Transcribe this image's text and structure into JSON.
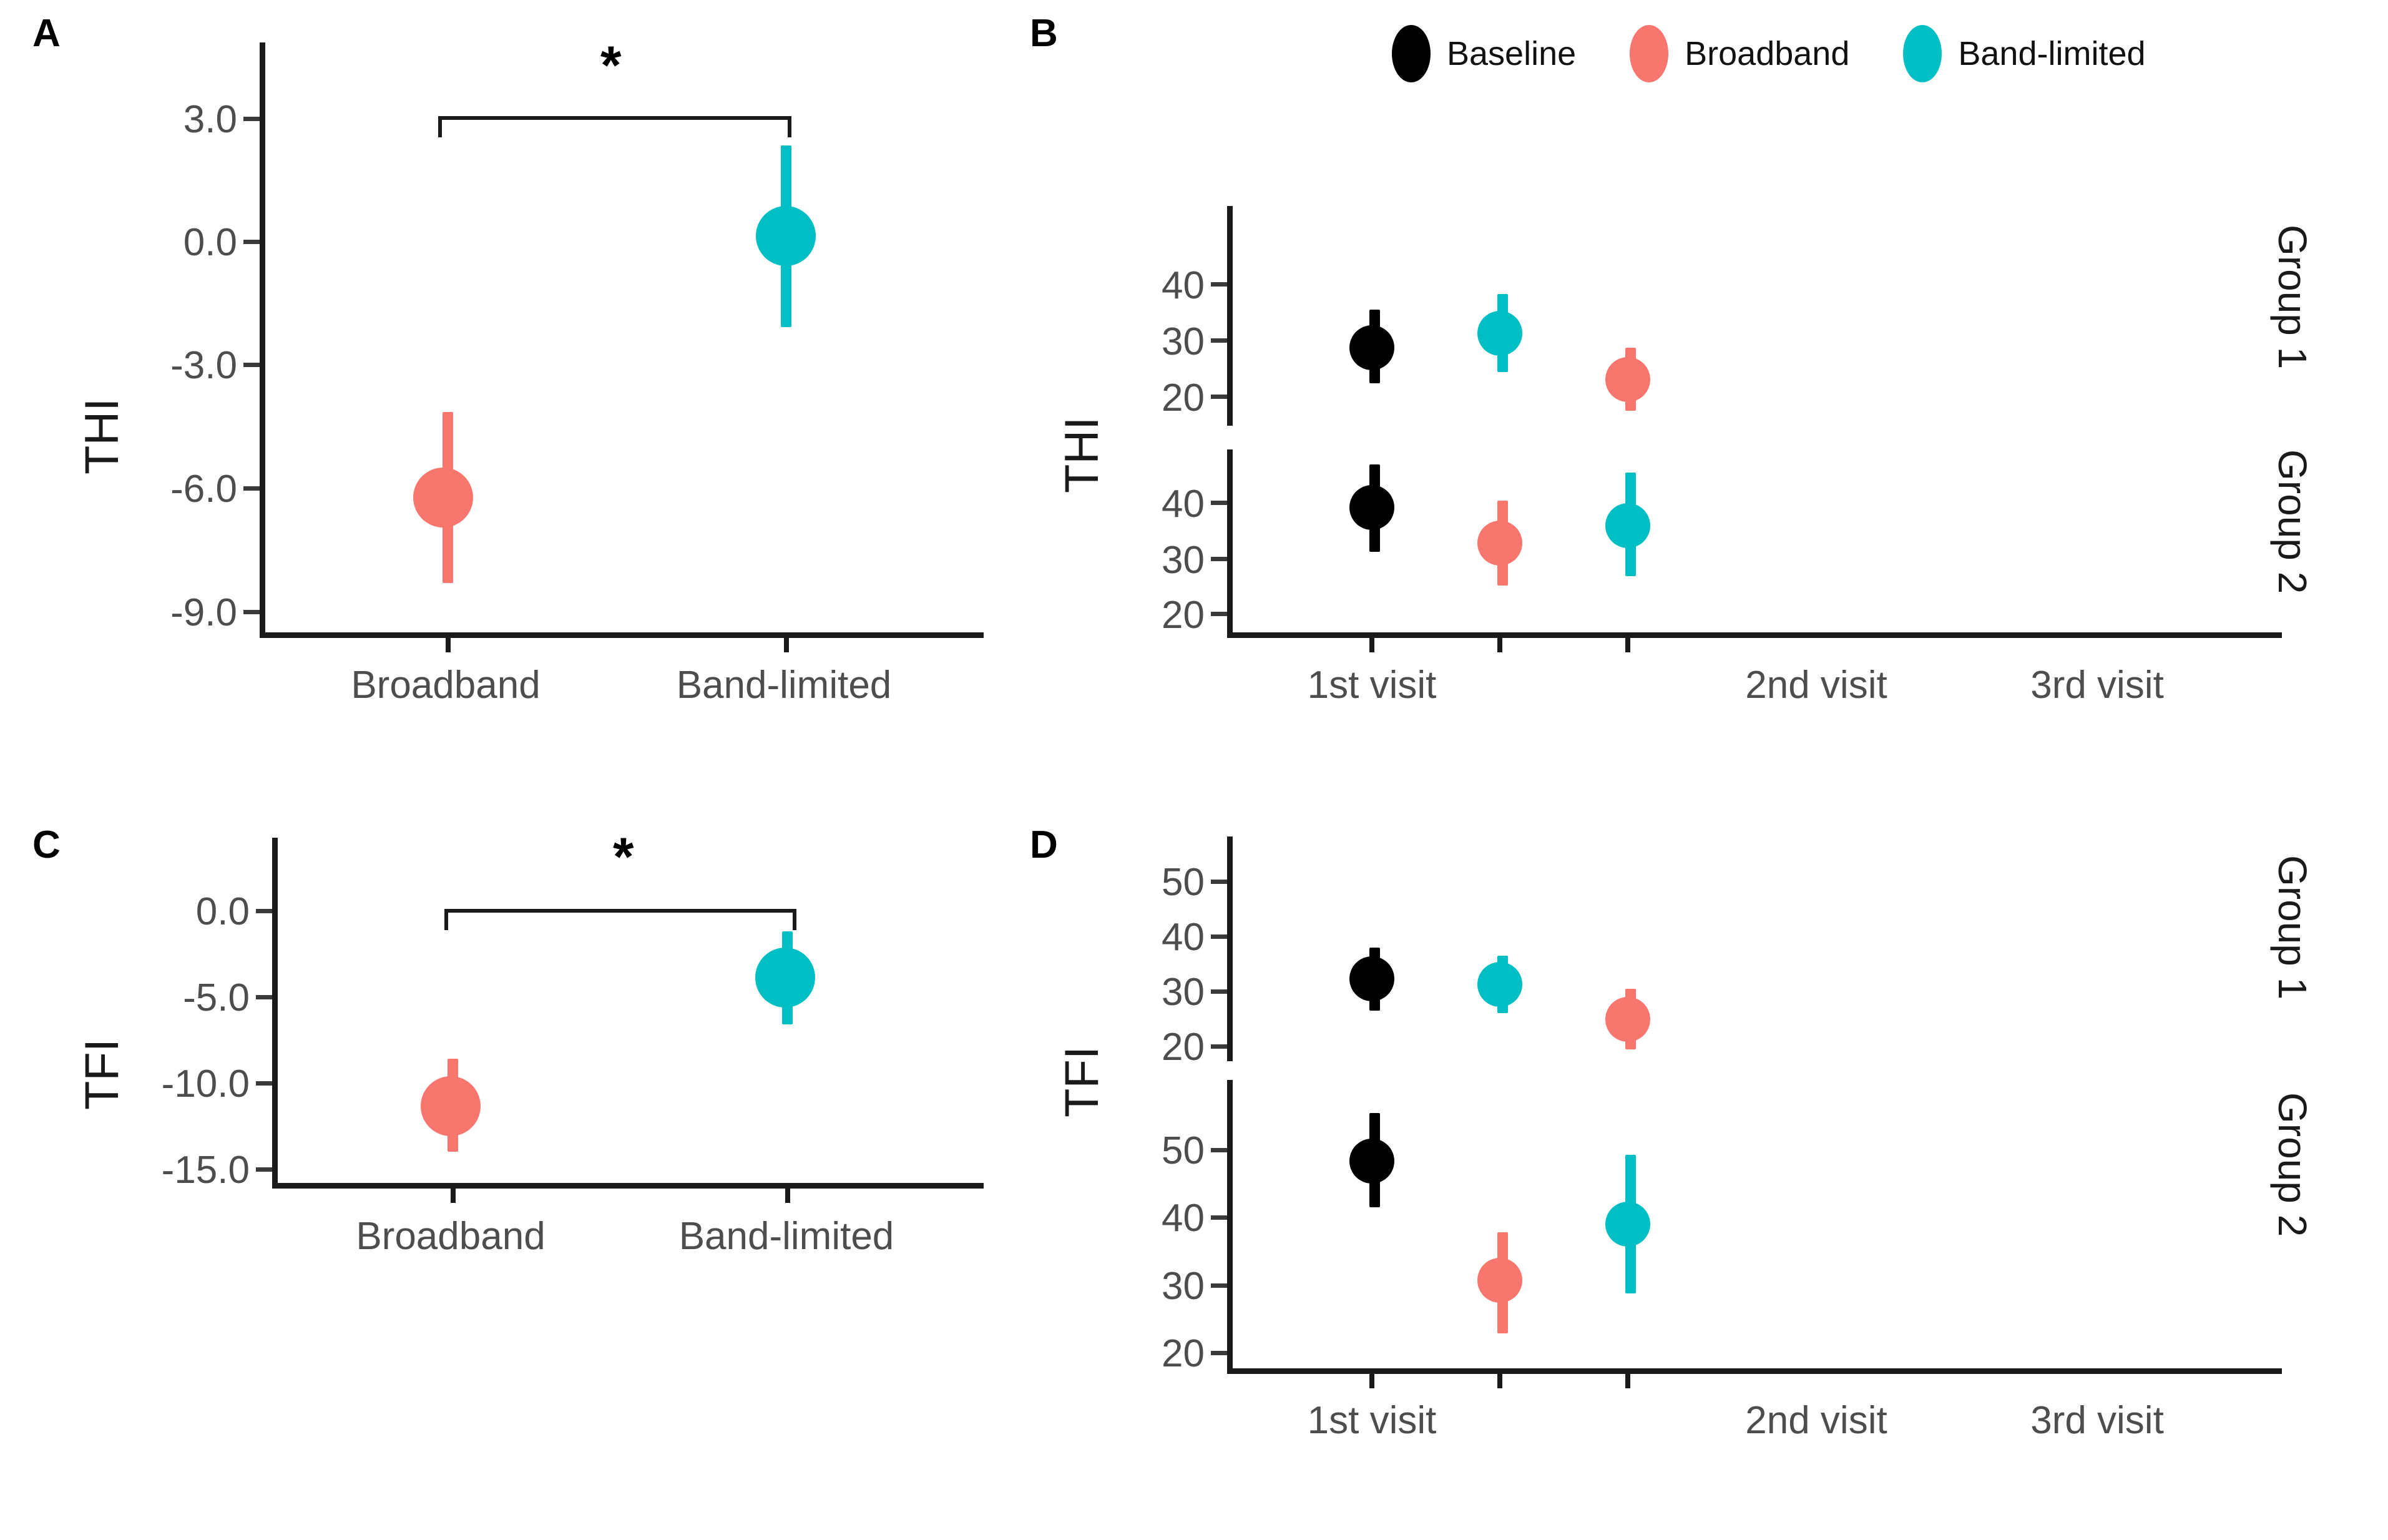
{
  "figure": {
    "panels": [
      "A",
      "B",
      "C",
      "D"
    ],
    "colors": {
      "baseline": "#000000",
      "broadband": "#F8766D",
      "band_limited": "#00BFC4",
      "axis": "#1a1a1a",
      "tick_label": "#4d4d4d"
    },
    "legend": {
      "items": [
        {
          "label": "Baseline",
          "color": "#000000",
          "icon": "filled-circle"
        },
        {
          "label": "Broadband",
          "color": "#F8766D",
          "icon": "filled-circle"
        },
        {
          "label": "Band-limited",
          "color": "#00BFC4",
          "icon": "filled-circle"
        }
      ]
    },
    "significance_marker": "*"
  },
  "chart_data": [
    {
      "panel": "A",
      "type": "scatter",
      "title": "",
      "xlabel": "",
      "ylabel": "THI",
      "categories": [
        "Broadband",
        "Band-limited"
      ],
      "ytick_labels": [
        "3.0",
        "0.0",
        "-3.0",
        "-6.0",
        "-9.0"
      ],
      "ytick_values": [
        3.0,
        0.0,
        -3.0,
        -6.0,
        -9.0
      ],
      "ylim": [
        -9.8,
        3.8
      ],
      "grid": false,
      "annotation": "*",
      "series": [
        {
          "name": "Broadband",
          "color": "#F8766D",
          "x": "Broadband",
          "value": -6.3,
          "ci_low": -8.5,
          "ci_high": -4.2
        },
        {
          "name": "Band-limited",
          "color": "#00BFC4",
          "x": "Band-limited",
          "value": 0.1,
          "ci_low": -2.1,
          "ci_high": 2.3
        }
      ]
    },
    {
      "panel": "B",
      "type": "scatter",
      "title": "",
      "xlabel": "",
      "ylabel": "THI",
      "categories": [
        "1st visit",
        "2nd visit",
        "3rd visit"
      ],
      "facets": [
        {
          "name": "Group 1",
          "ytick_labels": [
            "40",
            "30",
            "20"
          ],
          "ytick_values": [
            40,
            30,
            20
          ],
          "ylim": [
            17,
            47
          ],
          "points": [
            {
              "x": "1st visit",
              "series": "Baseline",
              "color": "#000000",
              "value": 29.2,
              "ci_low": 23.8,
              "ci_high": 35.5
            },
            {
              "x": "2nd visit",
              "series": "Band-limited",
              "color": "#00BFC4",
              "value": 31.6,
              "ci_low": 25.5,
              "ci_high": 38.2
            },
            {
              "x": "3rd visit",
              "series": "Broadband",
              "color": "#F8766D",
              "value": 23.2,
              "ci_low": 17.5,
              "ci_high": 28.5
            }
          ]
        },
        {
          "name": "Group 2",
          "ytick_labels": [
            "40",
            "30",
            "20"
          ],
          "ytick_values": [
            40,
            30,
            20
          ],
          "ylim": [
            18,
            48
          ],
          "points": [
            {
              "x": "1st visit",
              "series": "Baseline",
              "color": "#000000",
              "value": 39.2,
              "ci_low": 32.5,
              "ci_high": 46.5
            },
            {
              "x": "2nd visit",
              "series": "Broadband",
              "color": "#F8766D",
              "value": 32.8,
              "ci_low": 26.0,
              "ci_high": 39.5
            },
            {
              "x": "3rd visit",
              "series": "Band-limited",
              "color": "#00BFC4",
              "value": 36.0,
              "ci_low": 28.5,
              "ci_high": 44.5
            }
          ]
        }
      ],
      "grid": false
    },
    {
      "panel": "C",
      "type": "scatter",
      "title": "",
      "xlabel": "",
      "ylabel": "TFI",
      "categories": [
        "Broadband",
        "Band-limited"
      ],
      "ytick_labels": [
        "0.0",
        "-5.0",
        "-10.0",
        "-15.0"
      ],
      "ytick_values": [
        0.0,
        -5.0,
        -10.0,
        -15.0
      ],
      "ylim": [
        -16.5,
        1.5
      ],
      "grid": false,
      "annotation": "*",
      "series": [
        {
          "name": "Broadband",
          "color": "#F8766D",
          "x": "Broadband",
          "value": -11.4,
          "ci_low": -14.1,
          "ci_high": -8.7
        },
        {
          "name": "Band-limited",
          "color": "#00BFC4",
          "x": "Band-limited",
          "value": -3.9,
          "ci_low": -6.7,
          "ci_high": -1.3
        }
      ]
    },
    {
      "panel": "D",
      "type": "scatter",
      "title": "",
      "xlabel": "",
      "ylabel": "TFI",
      "categories": [
        "1st visit",
        "2nd visit",
        "3rd visit"
      ],
      "facets": [
        {
          "name": "Group 1",
          "ytick_labels": [
            "50",
            "40",
            "30",
            "20"
          ],
          "ytick_values": [
            50,
            40,
            30,
            20
          ],
          "ylim": [
            17,
            55
          ],
          "points": [
            {
              "x": "1st visit",
              "series": "Baseline",
              "color": "#000000",
              "value": 31.6,
              "ci_low": 26.0,
              "ci_high": 37.5
            },
            {
              "x": "2nd visit",
              "series": "Band-limited",
              "color": "#00BFC4",
              "value": 30.9,
              "ci_low": 25.5,
              "ci_high": 36.0
            },
            {
              "x": "3rd visit",
              "series": "Broadband",
              "color": "#F8766D",
              "value": 24.5,
              "ci_low": 19.0,
              "ci_high": 30.0
            }
          ]
        },
        {
          "name": "Group 2",
          "ytick_labels": [
            "50",
            "40",
            "30",
            "20"
          ],
          "ytick_values": [
            50,
            40,
            30,
            20
          ],
          "ylim": [
            18,
            57
          ],
          "points": [
            {
              "x": "1st visit",
              "series": "Baseline",
              "color": "#000000",
              "value": 47.8,
              "ci_low": 40.5,
              "ci_high": 54.5
            },
            {
              "x": "2nd visit",
              "series": "Broadband",
              "color": "#F8766D",
              "value": 30.2,
              "ci_low": 22.5,
              "ci_high": 37.5
            },
            {
              "x": "3rd visit",
              "series": "Band-limited",
              "color": "#00BFC4",
              "value": 39.2,
              "ci_low": 29.0,
              "ci_high": 49.5
            }
          ]
        }
      ],
      "grid": false
    }
  ],
  "labels": {
    "panelA_letter": "A",
    "panelB_letter": "B",
    "panelC_letter": "C",
    "panelD_letter": "D",
    "thi": "THI",
    "tfi": "TFI",
    "group1": "Group 1",
    "group2": "Group 2",
    "broadband": "Broadband",
    "band_limited": "Band-limited",
    "visit1": "1st visit",
    "visit2": "2nd visit",
    "visit3": "3rd visit",
    "baseline": "Baseline",
    "star": "*"
  }
}
